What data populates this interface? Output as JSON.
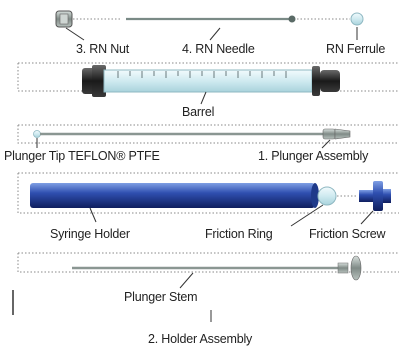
{
  "labels": {
    "rn_nut": "3. RN Nut",
    "rn_needle": "4. RN Needle",
    "rn_ferrule": "RN Ferrule",
    "barrel": "Barrel",
    "plunger_tip": "Plunger Tip TEFLON® PTFE",
    "plunger_assembly": "1. Plunger Assembly",
    "syringe_holder": "Syringe Holder",
    "friction_ring": "Friction Ring",
    "friction_screw": "Friction Screw",
    "plunger_stem": "Plunger Stem",
    "holder_assembly": "2. Holder Assembly"
  },
  "colors": {
    "blue": "#2f4ea8",
    "light_blue": "#bfe6f0",
    "dark": "#1e1e1e",
    "gray": "#888888",
    "line": "#999999"
  }
}
